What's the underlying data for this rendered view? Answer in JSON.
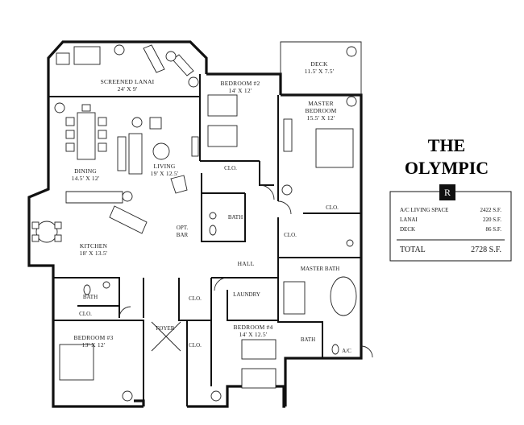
{
  "title_line1": "THE",
  "title_line2": "OLYMPIC",
  "rooms": [
    {
      "name": "SCREENED LANAI",
      "dims": "24' X 9'"
    },
    {
      "name": "BEDROOM #2",
      "dims": "14' X 12'"
    },
    {
      "name": "DECK",
      "dims": "11.5' X 7.5'"
    },
    {
      "name": "MASTER",
      "name2": "BEDROOM",
      "dims": "15.5' X 12'"
    },
    {
      "name": "DINING",
      "dims": "14.5' X 12'"
    },
    {
      "name": "LIVING",
      "dims": "19' X 12.5'"
    },
    {
      "name": "KITCHEN",
      "dims": "18' X 13.5'"
    },
    {
      "name": "BEDROOM #3",
      "dims": "13' X 12'"
    },
    {
      "name": "BEDROOM #4",
      "dims": "14' X 12.5'"
    }
  ],
  "labels": {
    "clo": "CLO.",
    "bath": "BATH",
    "opt": "OPT.",
    "bar": "BAR",
    "hall": "HALL",
    "master_bath": "MASTER BATH",
    "laundry": "LAUNDRY",
    "foyer": "FOYER",
    "ac": "A/C"
  },
  "area_table": {
    "rows": [
      {
        "label": "A/C LIVING SPACE",
        "value": "2422 S.F."
      },
      {
        "label": "LANAI",
        "value": "220 S.F."
      },
      {
        "label": "DECK",
        "value": "86 S.F."
      }
    ],
    "total_label": "TOTAL",
    "total_value": "2728 S.F."
  },
  "logo_letter": "R"
}
